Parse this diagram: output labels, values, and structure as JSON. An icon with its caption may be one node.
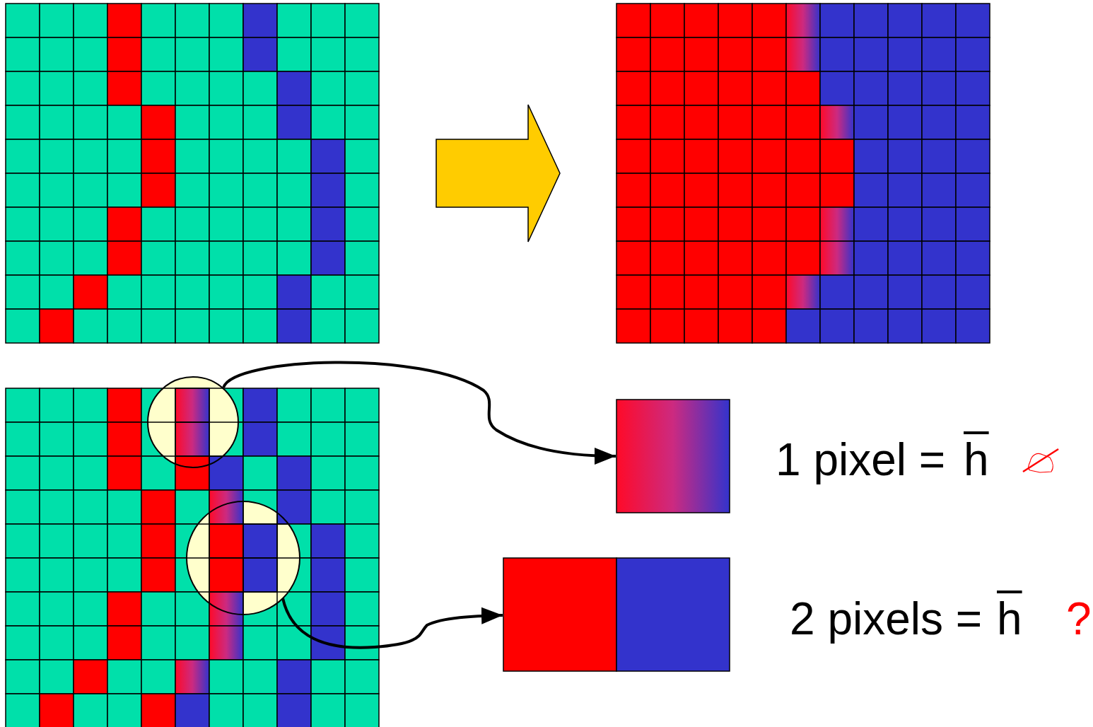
{
  "diagram": {
    "nodes": [
      {
        "text": [],
        "shape": "grid"
      },
      {
        "text": [],
        "shape": "grid"
      },
      {
        "text": [],
        "shape": "grid"
      },
      {
        "text": [],
        "shape": "circle",
        "in": 2
      },
      {
        "text": [],
        "shape": "circle",
        "in": 2
      },
      {
        "text": [],
        "shape": "box",
        "beside": [
          "1 pixel =",
          "h"
        ]
      },
      {
        "text": [],
        "shape": "box",
        "beside": [
          "2 pixels =",
          "h",
          "?"
        ]
      }
    ],
    "edges": [
      {
        "from": 0,
        "to": 1,
        "arrow": "to",
        "style": "thick",
        "color": "#ffcc00"
      },
      {
        "from": 3,
        "to": 5,
        "arrow": "to"
      },
      {
        "from": 4,
        "to": 6,
        "arrow": "to"
      }
    ]
  }
}
